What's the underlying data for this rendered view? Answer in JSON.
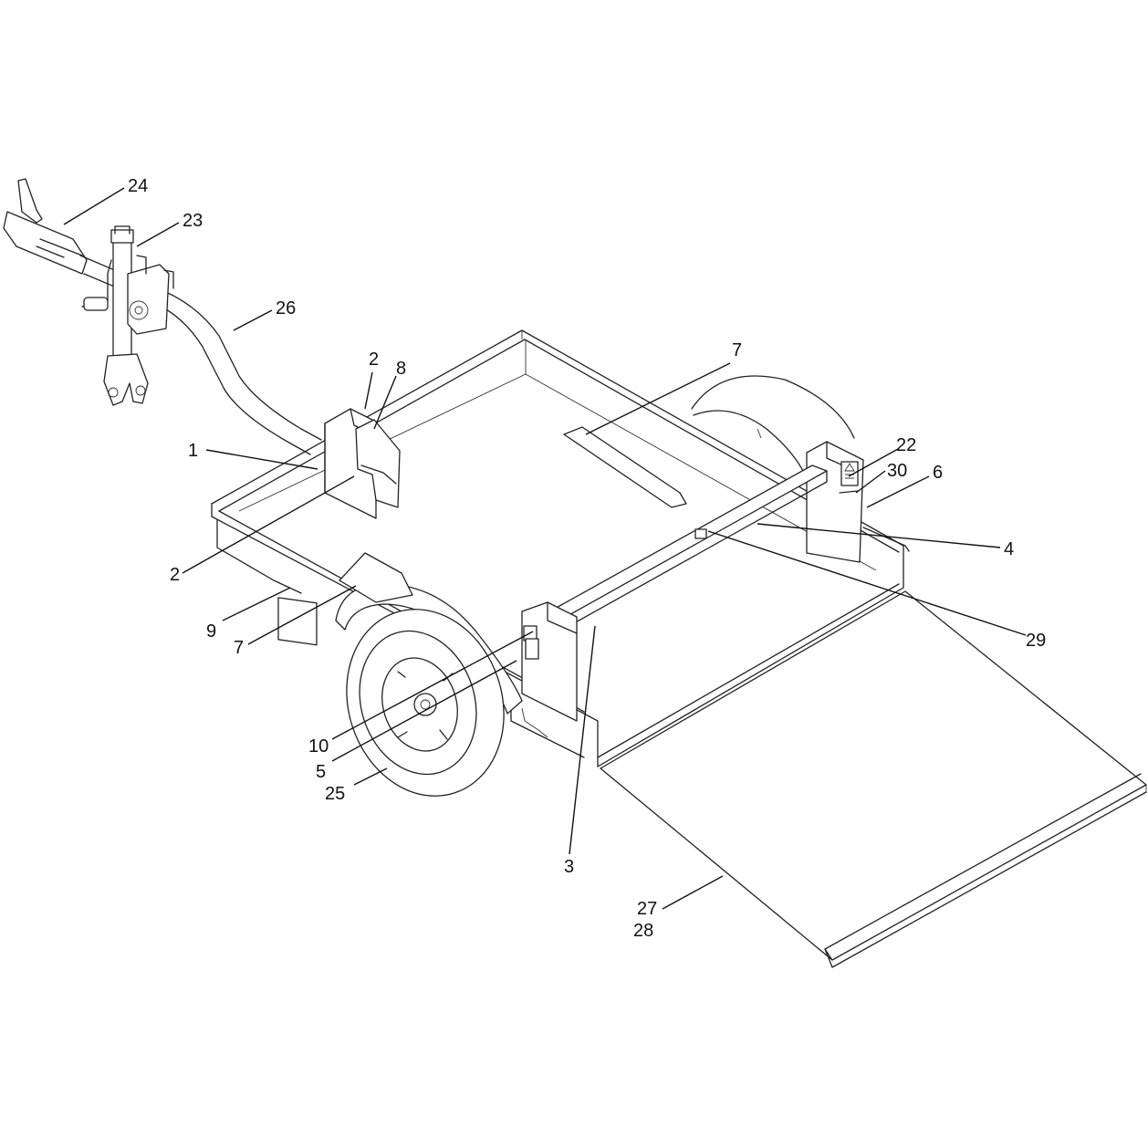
{
  "diagram": {
    "type": "exploded-parts-diagram",
    "callouts": [
      {
        "id": "c24",
        "label": "24"
      },
      {
        "id": "c23",
        "label": "23"
      },
      {
        "id": "c26",
        "label": "26"
      },
      {
        "id": "c2a",
        "label": "2"
      },
      {
        "id": "c8",
        "label": "8"
      },
      {
        "id": "c7a",
        "label": "7"
      },
      {
        "id": "c22",
        "label": "22"
      },
      {
        "id": "c30",
        "label": "30"
      },
      {
        "id": "c6",
        "label": "6"
      },
      {
        "id": "c1",
        "label": "1"
      },
      {
        "id": "c4",
        "label": "4"
      },
      {
        "id": "c2b",
        "label": "2"
      },
      {
        "id": "c29",
        "label": "29"
      },
      {
        "id": "c9",
        "label": "9"
      },
      {
        "id": "c7b",
        "label": "7"
      },
      {
        "id": "c10",
        "label": "10"
      },
      {
        "id": "c5",
        "label": "5"
      },
      {
        "id": "c25",
        "label": "25"
      },
      {
        "id": "c3",
        "label": "3"
      },
      {
        "id": "c27",
        "label": "27"
      },
      {
        "id": "c28",
        "label": "28"
      }
    ]
  }
}
